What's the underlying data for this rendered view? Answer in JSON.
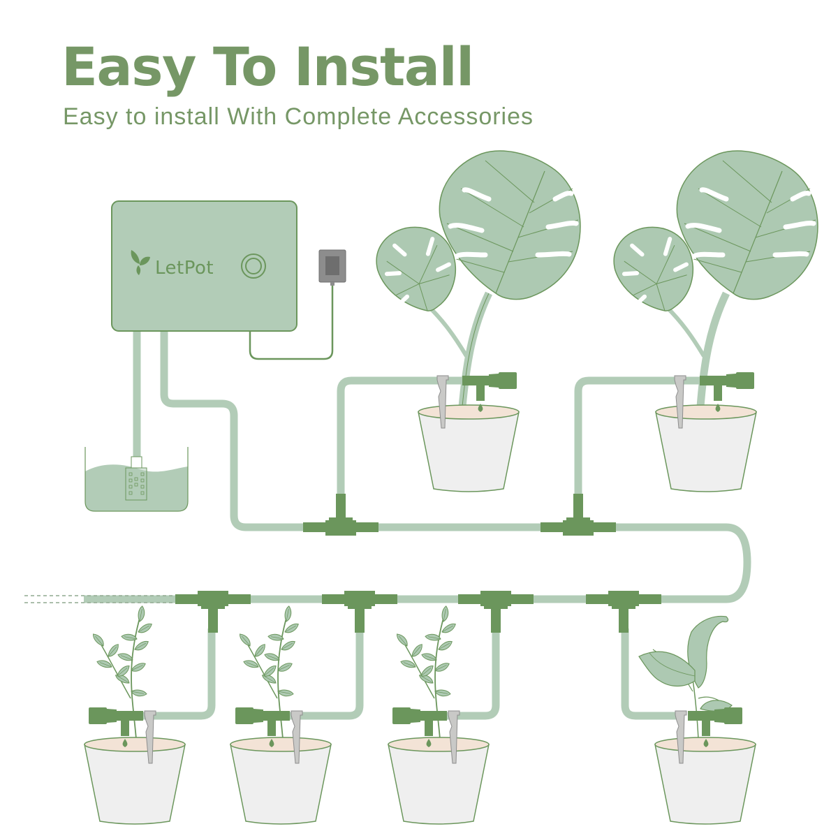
{
  "header": {
    "title": "Easy To Install",
    "subtitle": "Easy to install With Complete Accessories"
  },
  "controller": {
    "brand_label": "LetPot",
    "icons": [
      "leaf-logo-icon",
      "power-button-icon"
    ]
  },
  "components": {
    "controller_box": "watering-controller",
    "power_adapter": "wall-plug-adapter",
    "water_reservoir": "water-tank-with-pump-filter",
    "tubing": "main-water-tube",
    "tee_connectors": 6,
    "drippers": 6,
    "plants": [
      {
        "type": "monstera",
        "position": "top-middle"
      },
      {
        "type": "monstera",
        "position": "top-right"
      },
      {
        "type": "eucalyptus",
        "position": "bottom-1"
      },
      {
        "type": "eucalyptus",
        "position": "bottom-2"
      },
      {
        "type": "eucalyptus",
        "position": "bottom-3"
      },
      {
        "type": "broadleaf",
        "position": "bottom-4"
      }
    ]
  },
  "colors": {
    "title": "#769766",
    "tube": "#b2ccb7",
    "connector": "#6b965c",
    "controller_fill": "#b2ccb7",
    "controller_stroke": "#6b965c",
    "pot_fill": "#efefef",
    "soil": "#f3e3d6",
    "stake": "#c9c9c7",
    "adapter": "#8d8d8d",
    "leaf_fill": "#adc9b2",
    "leaf_stroke": "#6b965c"
  }
}
